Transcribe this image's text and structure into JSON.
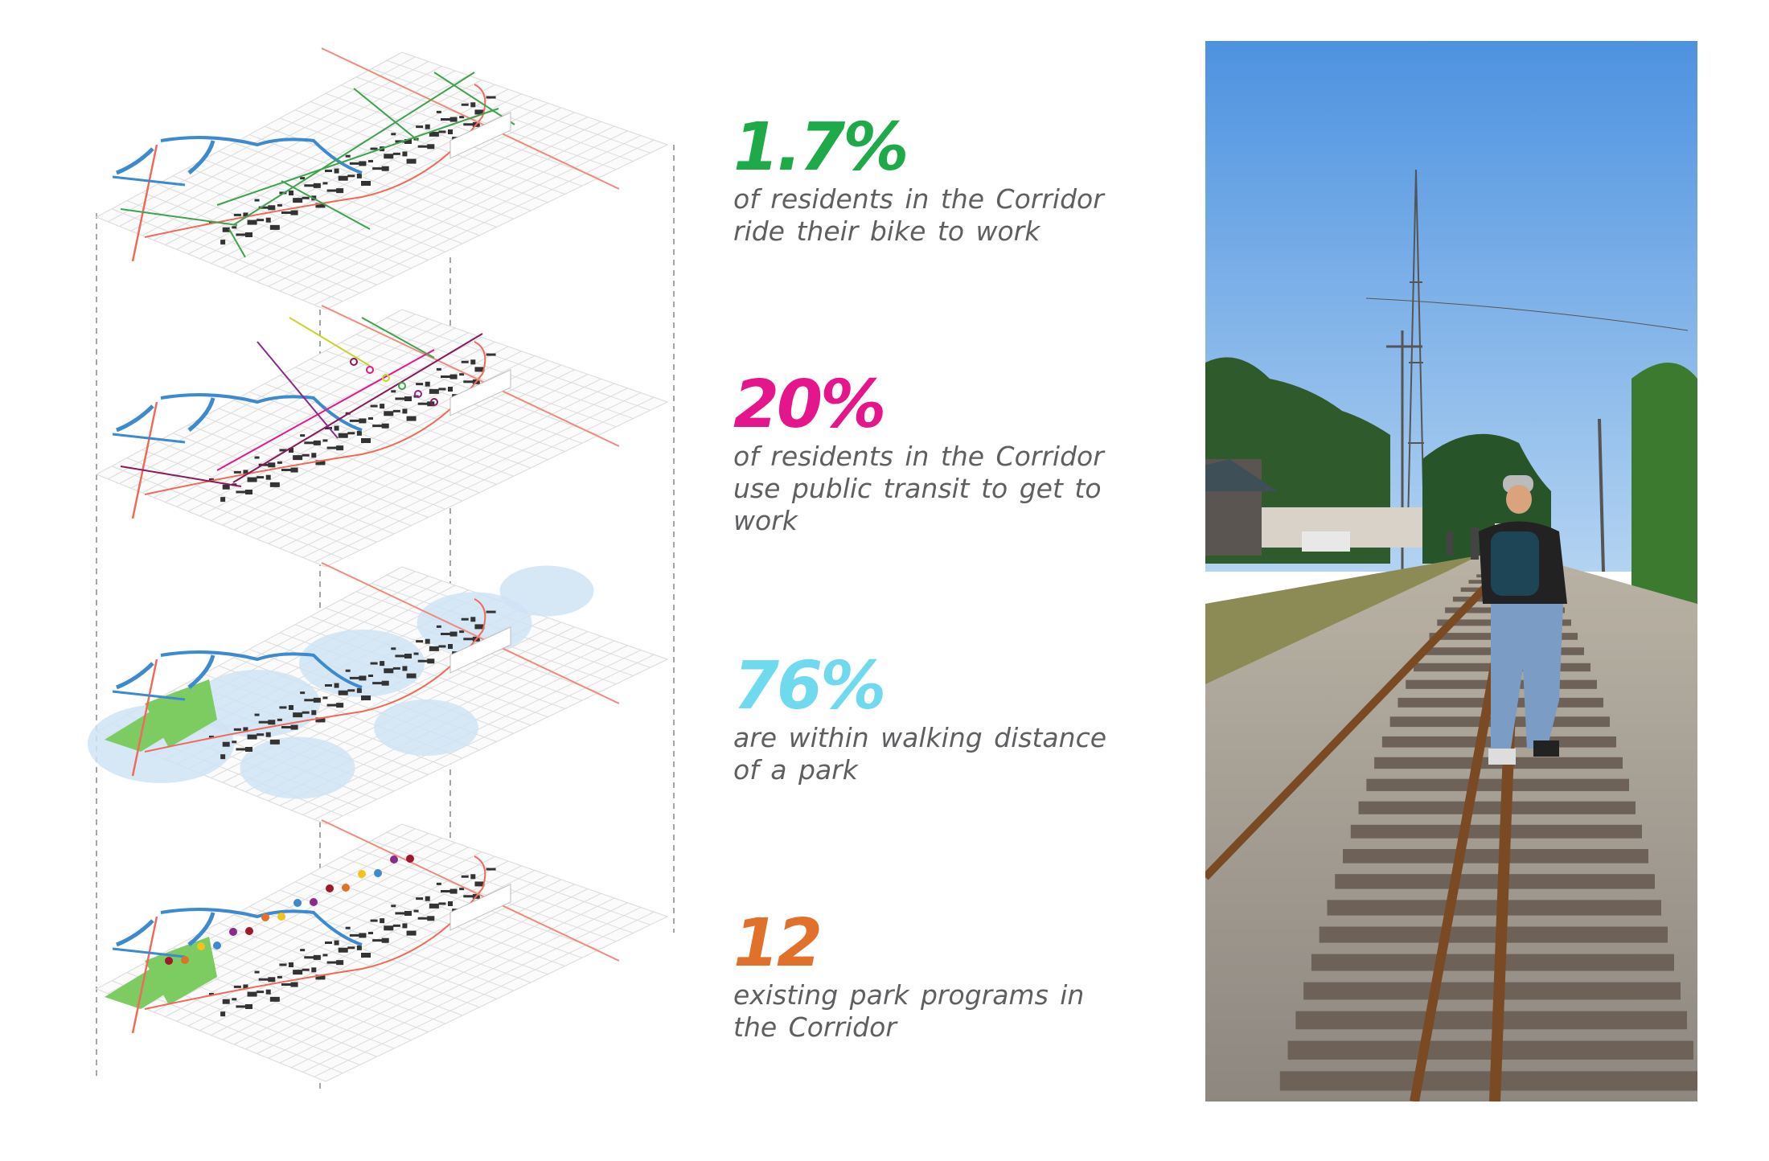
{
  "stats": [
    {
      "value": "1.7%",
      "color": "#1faa4a",
      "text": "of residents in the Corridor ride their bike to work"
    },
    {
      "value": "20%",
      "color": "#e5168c",
      "text": "of residents in the Corridor use public transit to get to work"
    },
    {
      "value": "76%",
      "color": "#6fd9ee",
      "text": "are within walking distance of a park"
    },
    {
      "value": "12",
      "color": "#e0702a",
      "text": "existing park programs in the Corridor"
    }
  ],
  "layers": [
    {
      "theme": "bike-routes"
    },
    {
      "theme": "public-transit"
    },
    {
      "theme": "park-walking-distance"
    },
    {
      "theme": "park-programs"
    }
  ]
}
